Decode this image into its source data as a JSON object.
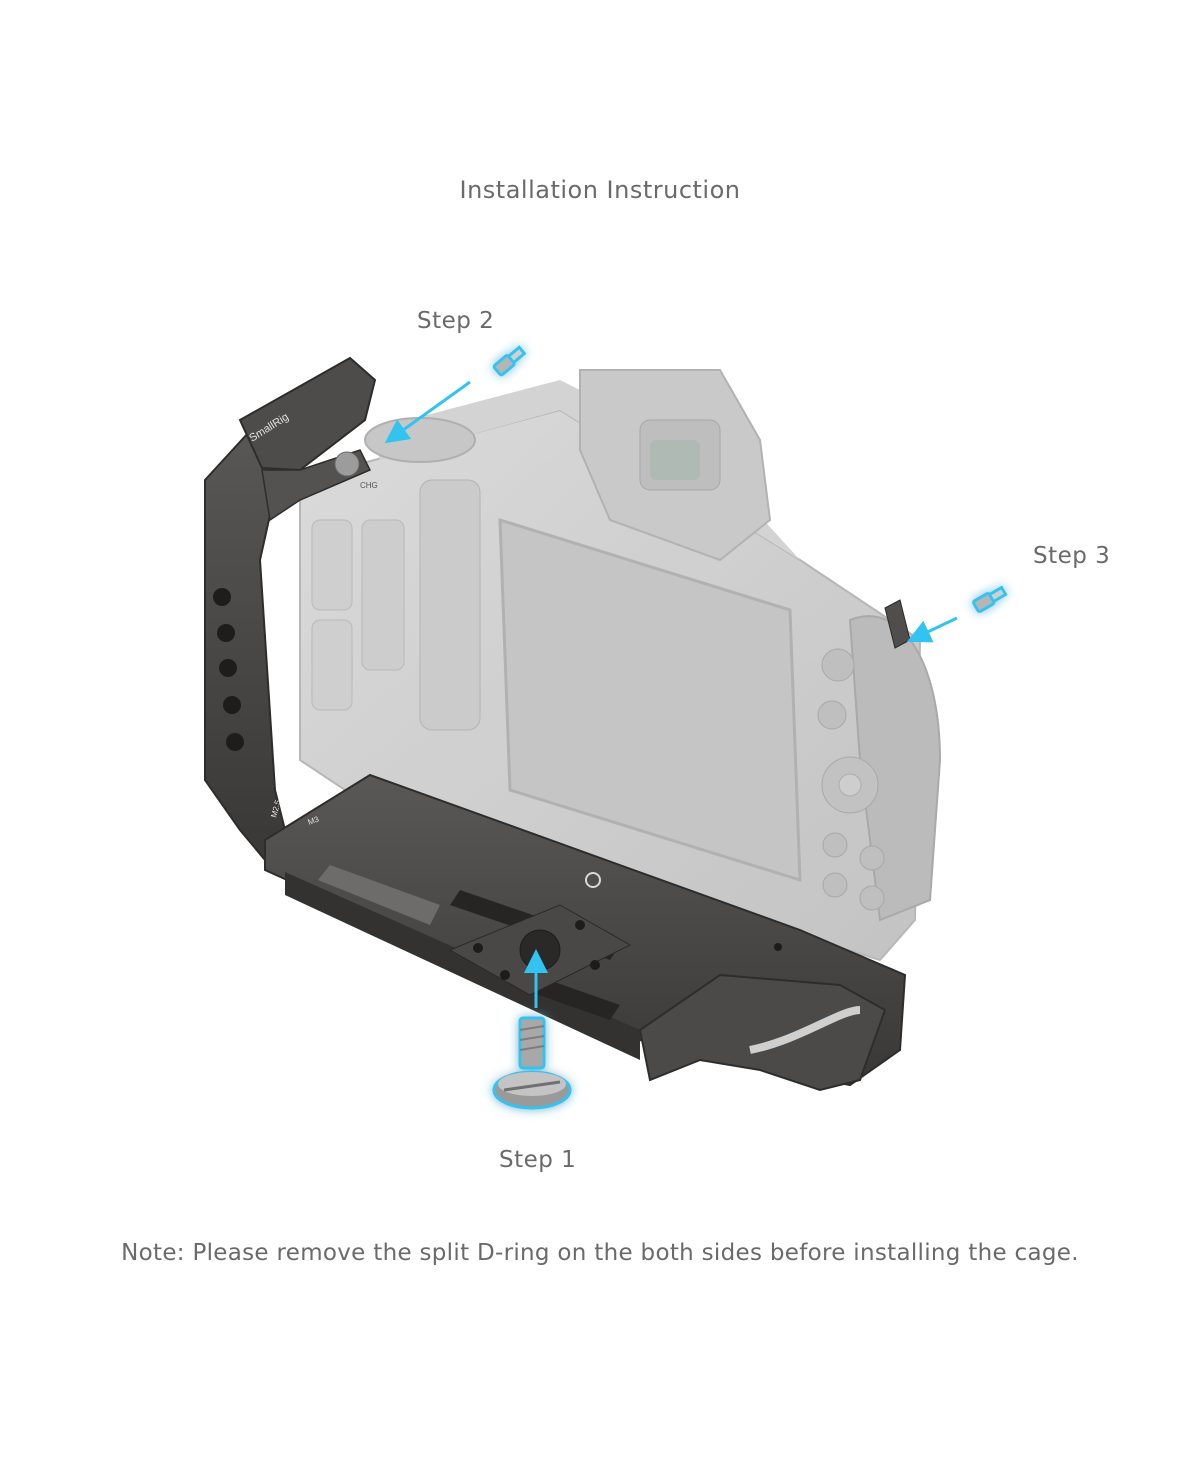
{
  "title": "Installation Instruction",
  "steps": [
    {
      "label": "Step 2"
    },
    {
      "label": "Step 3"
    },
    {
      "label": "Step 1"
    }
  ],
  "note": "Note: Please remove the split D-ring on the both sides before installing the cage.",
  "logo_text": "SmallRig",
  "cage_markings": {
    "m25": "M2.5",
    "m3": "M3",
    "chg": "CHG"
  },
  "colors": {
    "accent": "#33c3f0",
    "cage": "#4a4846",
    "camera": "#c9c9c9",
    "text": "#6a6a6a"
  }
}
